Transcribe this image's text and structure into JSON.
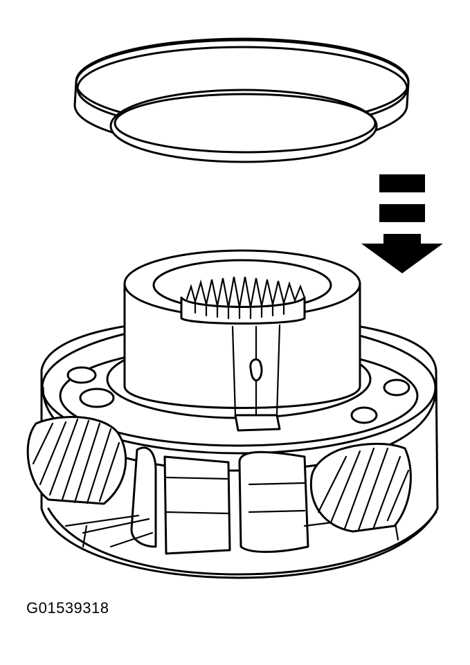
{
  "figure": {
    "code": "G01539318",
    "arrow_direction": "down",
    "parts": [
      "thrust-washer",
      "planetary-carrier"
    ]
  },
  "colors": {
    "ink": "#000000",
    "paper": "#ffffff"
  }
}
